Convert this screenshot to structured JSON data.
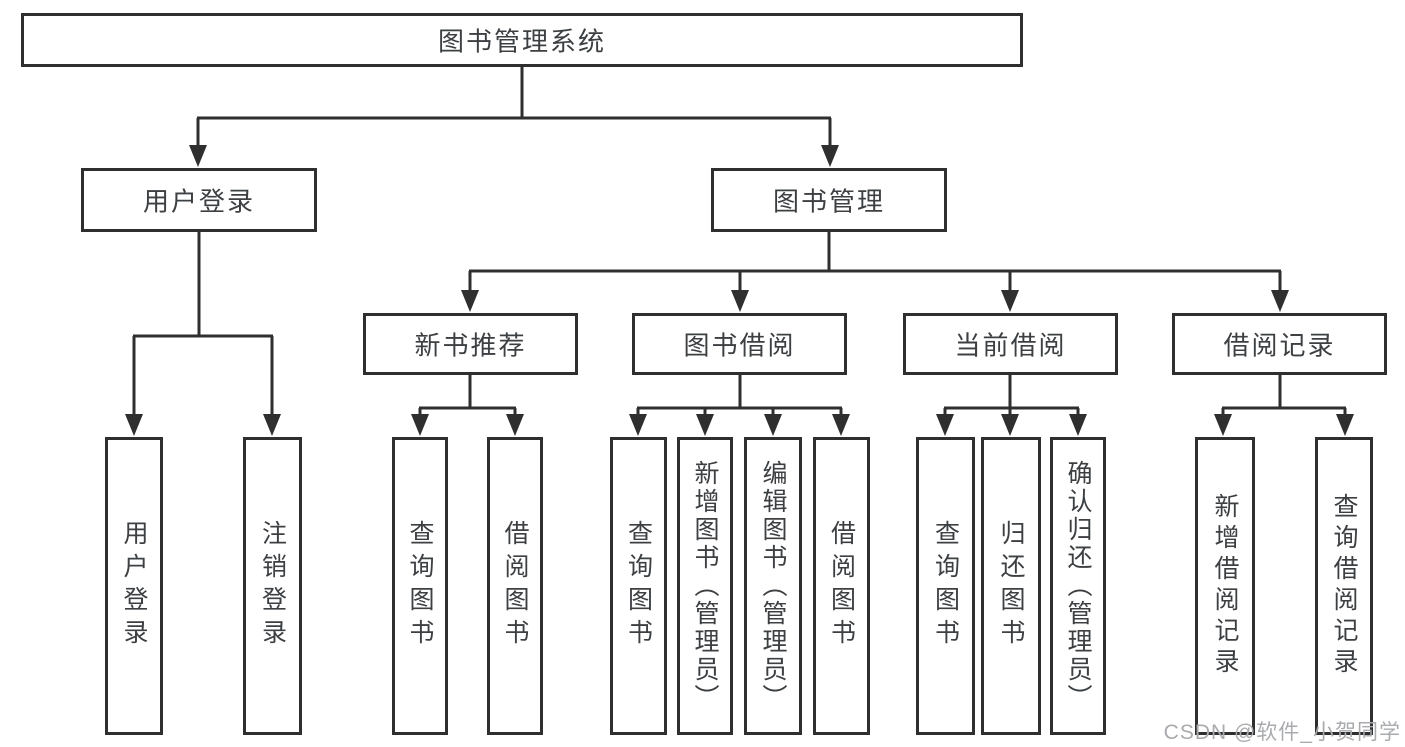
{
  "diagram": {
    "root": {
      "label": "图书管理系统"
    },
    "branches": [
      {
        "label": "用户登录",
        "children": [
          {
            "label": "用户登录"
          },
          {
            "label": "注销登录"
          }
        ]
      },
      {
        "label": "图书管理",
        "children": [
          {
            "label": "新书推荐",
            "children": [
              {
                "label": "查询图书"
              },
              {
                "label": "借阅图书"
              }
            ]
          },
          {
            "label": "图书借阅",
            "children": [
              {
                "label": "查询图书"
              },
              {
                "label": "新增图书（管理员）"
              },
              {
                "label": "编辑图书（管理员）"
              },
              {
                "label": "借阅图书"
              }
            ]
          },
          {
            "label": "当前借阅",
            "children": [
              {
                "label": "查询图书"
              },
              {
                "label": "归还图书"
              },
              {
                "label": "确认归还（管理员）"
              }
            ]
          },
          {
            "label": "借阅记录",
            "children": [
              {
                "label": "新增借阅记录"
              },
              {
                "label": "查询借阅记录"
              }
            ]
          }
        ]
      }
    ],
    "watermark": "CSDN @软件_小贺同学",
    "colors": {
      "line": "#2f2f2f",
      "text": "#3d4043",
      "watermark": "#a9abae",
      "background": "#ffffff"
    }
  }
}
